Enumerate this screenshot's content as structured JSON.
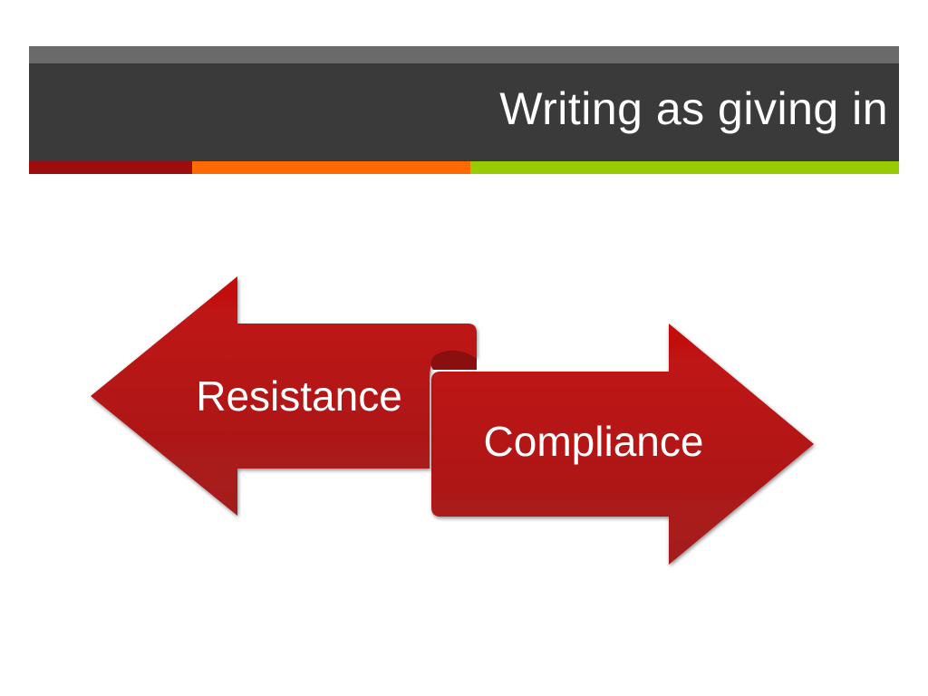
{
  "slide": {
    "title": "Writing as giving in"
  },
  "accent_colors": [
    "#9e0d0d",
    "#ff6a00",
    "#99cc00"
  ],
  "diagram": {
    "left_arrow_label": "Resistance",
    "right_arrow_label": "Compliance",
    "arrow_color": "#b81414"
  }
}
